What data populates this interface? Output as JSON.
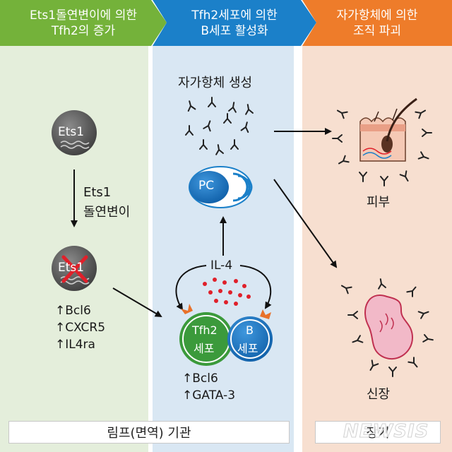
{
  "headers": {
    "step1": {
      "line1": "Ets1돌연변이에 의한",
      "line2": "Tfh2의 증가"
    },
    "step2": {
      "line1": "Tfh2세포에 의한",
      "line2": "B세포 활성화"
    },
    "step3": {
      "line1": "자가항체에 의한",
      "line2": "조직 파괴"
    }
  },
  "left": {
    "ets1_label": "Ets1",
    "ets1_mutated_label": "Ets1",
    "mutation_line1": "Ets1",
    "mutation_line2": "돌연변이",
    "markers": [
      "Bcl6",
      "CXCR5",
      "IL4ra"
    ]
  },
  "middle": {
    "autoantibody_label": "자가항체 생성",
    "pc_label": "PC",
    "il4_label": "IL-4",
    "tfh2_line1": "Tfh2",
    "tfh2_line2": "세포",
    "b_line1": "B",
    "b_line2": "세포",
    "markers": [
      "Bcl6",
      "GATA-3"
    ]
  },
  "right": {
    "skin_label": "피부",
    "kidney_label": "신장"
  },
  "footer": {
    "lymph_label": "림프(면역) 기관",
    "organ_label": "장기"
  },
  "watermark": "NEWSIS",
  "colors": {
    "green": "#74b23a",
    "blue": "#1b80c9",
    "orange": "#ee7c2a",
    "arrow_up_icon": "↑"
  }
}
